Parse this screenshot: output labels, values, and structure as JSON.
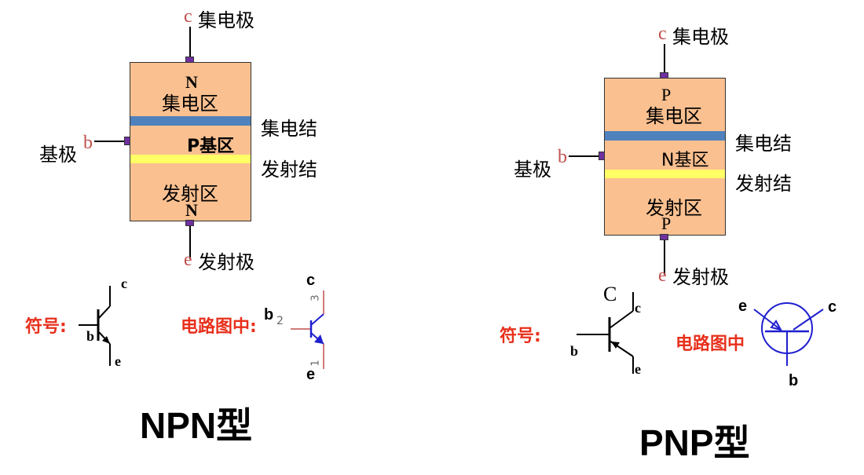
{
  "npn": {
    "collector_letter": "c",
    "collector_label": "集电极",
    "base_label": "基极",
    "base_letter": "b",
    "emitter_letter": "e",
    "emitter_label": "发射极",
    "top_region_type": "N",
    "top_region": "集电区",
    "middle_region": "P基区",
    "bottom_region": "发射区",
    "bottom_region_type": "N",
    "upper_junction": "集电结",
    "lower_junction": "发射结",
    "symbol_label": "符号:",
    "sym_c": "c",
    "sym_b": "b",
    "sym_e": "e",
    "circuit_label": "电路图中:",
    "circuit_b": "b",
    "circuit_c": "c",
    "circuit_e": "e",
    "pin1": "1",
    "pin2": "2",
    "pin3": "3",
    "caption": "NPN型"
  },
  "pnp": {
    "collector_letter": "c",
    "collector_label": "集电极",
    "base_label": "基极",
    "base_letter": "b",
    "emitter_letter": "e",
    "emitter_label": "发射极",
    "top_region_type": "P",
    "top_region": "集电区",
    "middle_region": "N基区",
    "bottom_region": "发射区",
    "bottom_region_type": "P",
    "upper_junction": "集电结",
    "lower_junction": "发射结",
    "symbol_label": "符号:",
    "sym_C": "C",
    "sym_c": "c",
    "sym_b": "b",
    "sym_e": "e",
    "circuit_label": "电路图中",
    "circuit_e": "e",
    "circuit_c": "c",
    "circuit_b": "b",
    "caption": "PNP型"
  },
  "colors": {
    "region_fill": "#fac090",
    "collector_junction": "#4f81bd",
    "emitter_junction": "#ffff66",
    "pin": "#7030a0",
    "letter_red": "#c0504d",
    "label_orange": "#e8301c",
    "circuit_blue": "#1f1fd0"
  }
}
